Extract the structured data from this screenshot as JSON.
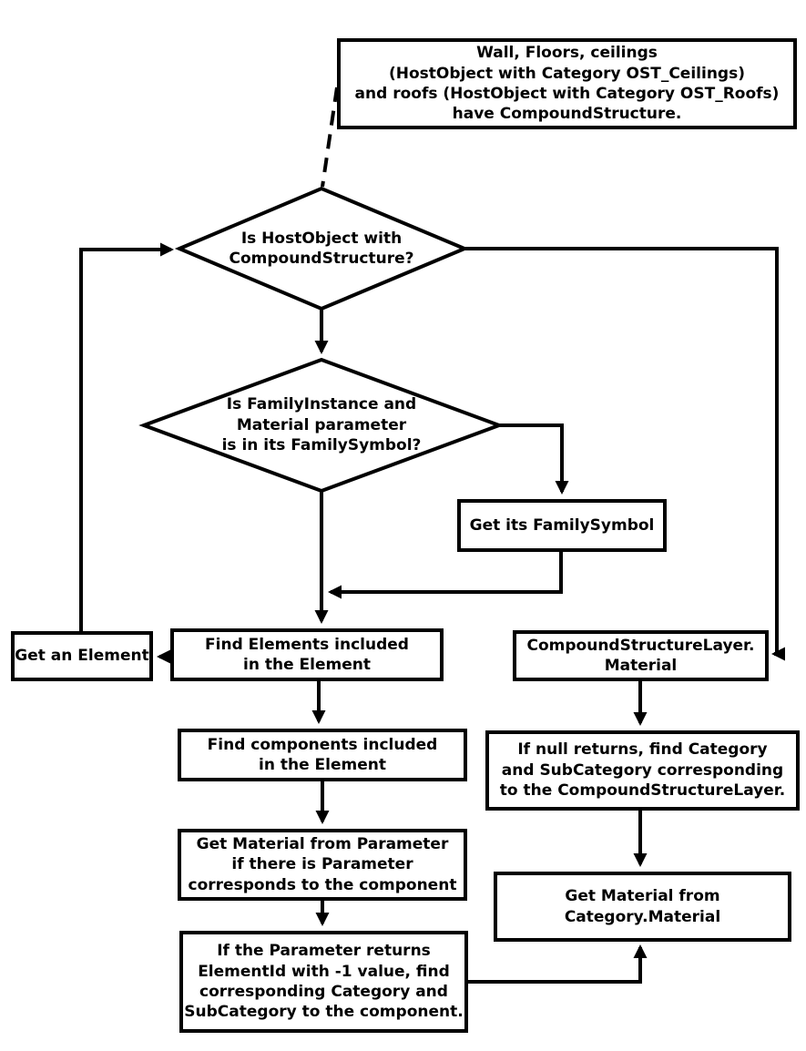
{
  "diagram": {
    "title": "Revit material retrieval flowchart",
    "colors": {
      "line": "#000000",
      "box_border": "#000000",
      "box_bg": "#ffffff",
      "background": "#ffffff",
      "text": "#000000"
    },
    "nodes": {
      "top_note": {
        "text": "Wall, Floors, ceilings\n(HostObject with Category OST_Ceilings)\nand roofs (HostObject with Category OST_Roofs)\nhave CompoundStructure."
      },
      "decision_compound_structure": {
        "text": "Is HostObject with\nCompoundStructure?"
      },
      "decision_family_instance": {
        "text": "Is FamilyInstance and\nMaterial parameter\nis in its FamilySymbol?"
      },
      "get_family_symbol": {
        "text": "Get its FamilySymbol"
      },
      "get_an_element": {
        "text": "Get an Element"
      },
      "find_elements": {
        "text": "Find Elements included\nin the Element"
      },
      "compound_structure_layer": {
        "text": "CompoundStructureLayer.\nMaterial"
      },
      "find_components": {
        "text": "Find components included\nin the Element"
      },
      "if_null_returns": {
        "text": "If null returns, find Category\nand SubCategory corresponding\nto the CompoundStructureLayer."
      },
      "get_material_from_parameter": {
        "text": "Get Material from Parameter\nif there is Parameter\ncorresponds to the component"
      },
      "get_material_from_category": {
        "text": "Get Material from\nCategory.Material"
      },
      "if_parameter_returns": {
        "text": "If the Parameter returns\nElementId with -1 value, find\ncorresponding Category and\nSubCategory to the component."
      }
    }
  }
}
